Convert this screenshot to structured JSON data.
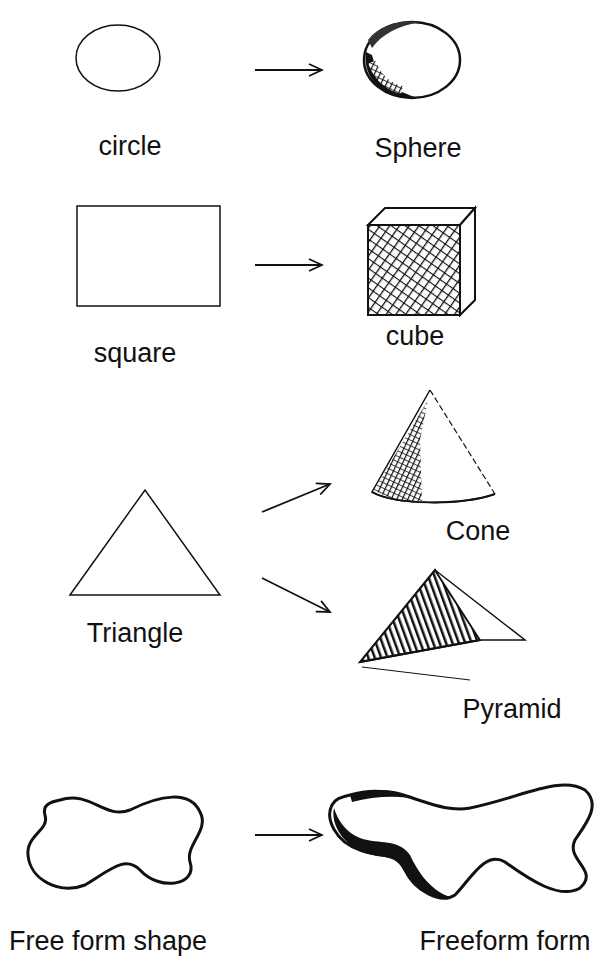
{
  "diagram": {
    "labels": [
      "circle",
      "Sphere",
      "square",
      "cube",
      "Triangle",
      "Cone",
      "Pyramid",
      "Free form shape",
      "Freeform form"
    ]
  }
}
